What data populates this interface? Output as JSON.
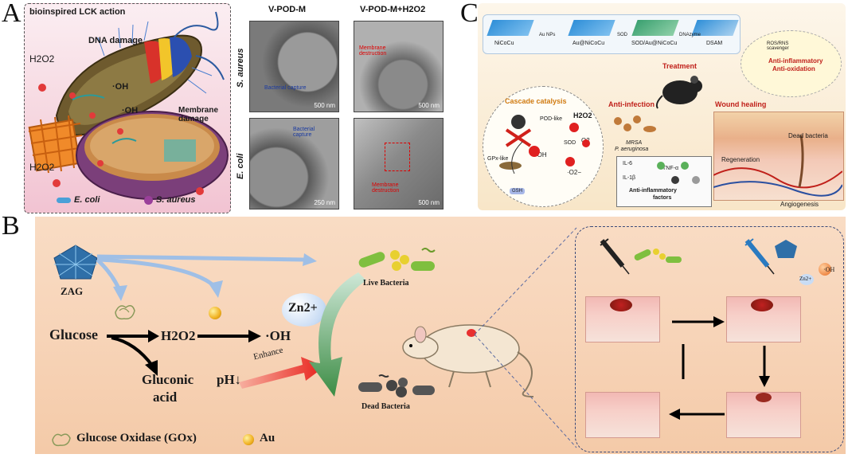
{
  "panels": {
    "A": {
      "letter": "A",
      "illustration": {
        "title": "bioinspired LCK action",
        "dna_damage": "DNA damage",
        "membrane_damage": "Membrane damage",
        "h2o2_top": "H2O2",
        "h2o2_bottom": "H2O2",
        "oh_1": "·OH",
        "oh_2": "·OH",
        "legend_ecoli": "E. coli",
        "legend_saureus": "S. aureus"
      },
      "tem": {
        "col1": "V-POD-M",
        "col2": "V-POD-M+H2O2",
        "row1": "S. aureus",
        "row2": "E. coli",
        "img1_label": "Bacterial capture",
        "img1_scale": "500 nm",
        "img2_label": "Membrane destruction",
        "img2_scale": "500 nm",
        "img3_label": "Bacterial capture",
        "img3_scale": "250 nm",
        "img4_label": "Membrane destruction",
        "img4_scale": "500 nm"
      }
    },
    "B": {
      "letter": "B",
      "zag": "ZAG",
      "zn": "Zn2+",
      "glucose": "Glucose",
      "h2o2": "H2O2",
      "oh": "·OH",
      "gluconic": "Gluconic",
      "acid": "acid",
      "ph": "pH↓",
      "enhance": "Enhance",
      "live": "Live Bacteria",
      "dead": "Dead Bacteria",
      "legend_gox": "Glucose Oxidase (GOx)",
      "legend_au": "Au",
      "inset_oh": "·OH",
      "inset_zn": "Zn2+"
    },
    "C": {
      "letter": "C",
      "fab": [
        "NiCoCu",
        "Au NPs",
        "Au@NiCoCu",
        "SOD",
        "SOD/Au@NiCoCu",
        "DNAzyme",
        "DSAM"
      ],
      "treatment": "Treatment",
      "anti_inflam": "Anti-inflammatory",
      "anti_ox": "Anti-oxidation",
      "ros": "ROS/RNS scavenger",
      "cascade": "Cascade catalysis",
      "pod": "POD-like",
      "gpx": "GPx-like",
      "sod": "SOD",
      "gsh": "GSH",
      "h2o2": "H2O2",
      "o2": "O2",
      "o2r": "·O2−",
      "oh": "·OH",
      "anti_infection": "Anti-infection",
      "mrsa": "MRSA",
      "pa": "P. aeruginosa",
      "wound": "Wound healing",
      "regeneration": "Regeneration",
      "dead_bac": "Dead bacteria",
      "angio": "Angiogenesis",
      "il6": "IL-6",
      "il1b": "IL-1β",
      "tnf": "TNF-α",
      "factors_1": "Anti-inflammatory",
      "factors_2": "factors"
    }
  },
  "colors": {
    "panelA_bg": "#f6d7e0",
    "panelB_bg": "#f7d4b8",
    "panelC_bg": "#fbf0dc",
    "arrow_red": "#e8201a",
    "arrow_green": "#3c8c44",
    "bacteria_green": "#7fbf3f",
    "au_gold": "#f0b020",
    "zn_bubble": "#c9dcf4"
  }
}
